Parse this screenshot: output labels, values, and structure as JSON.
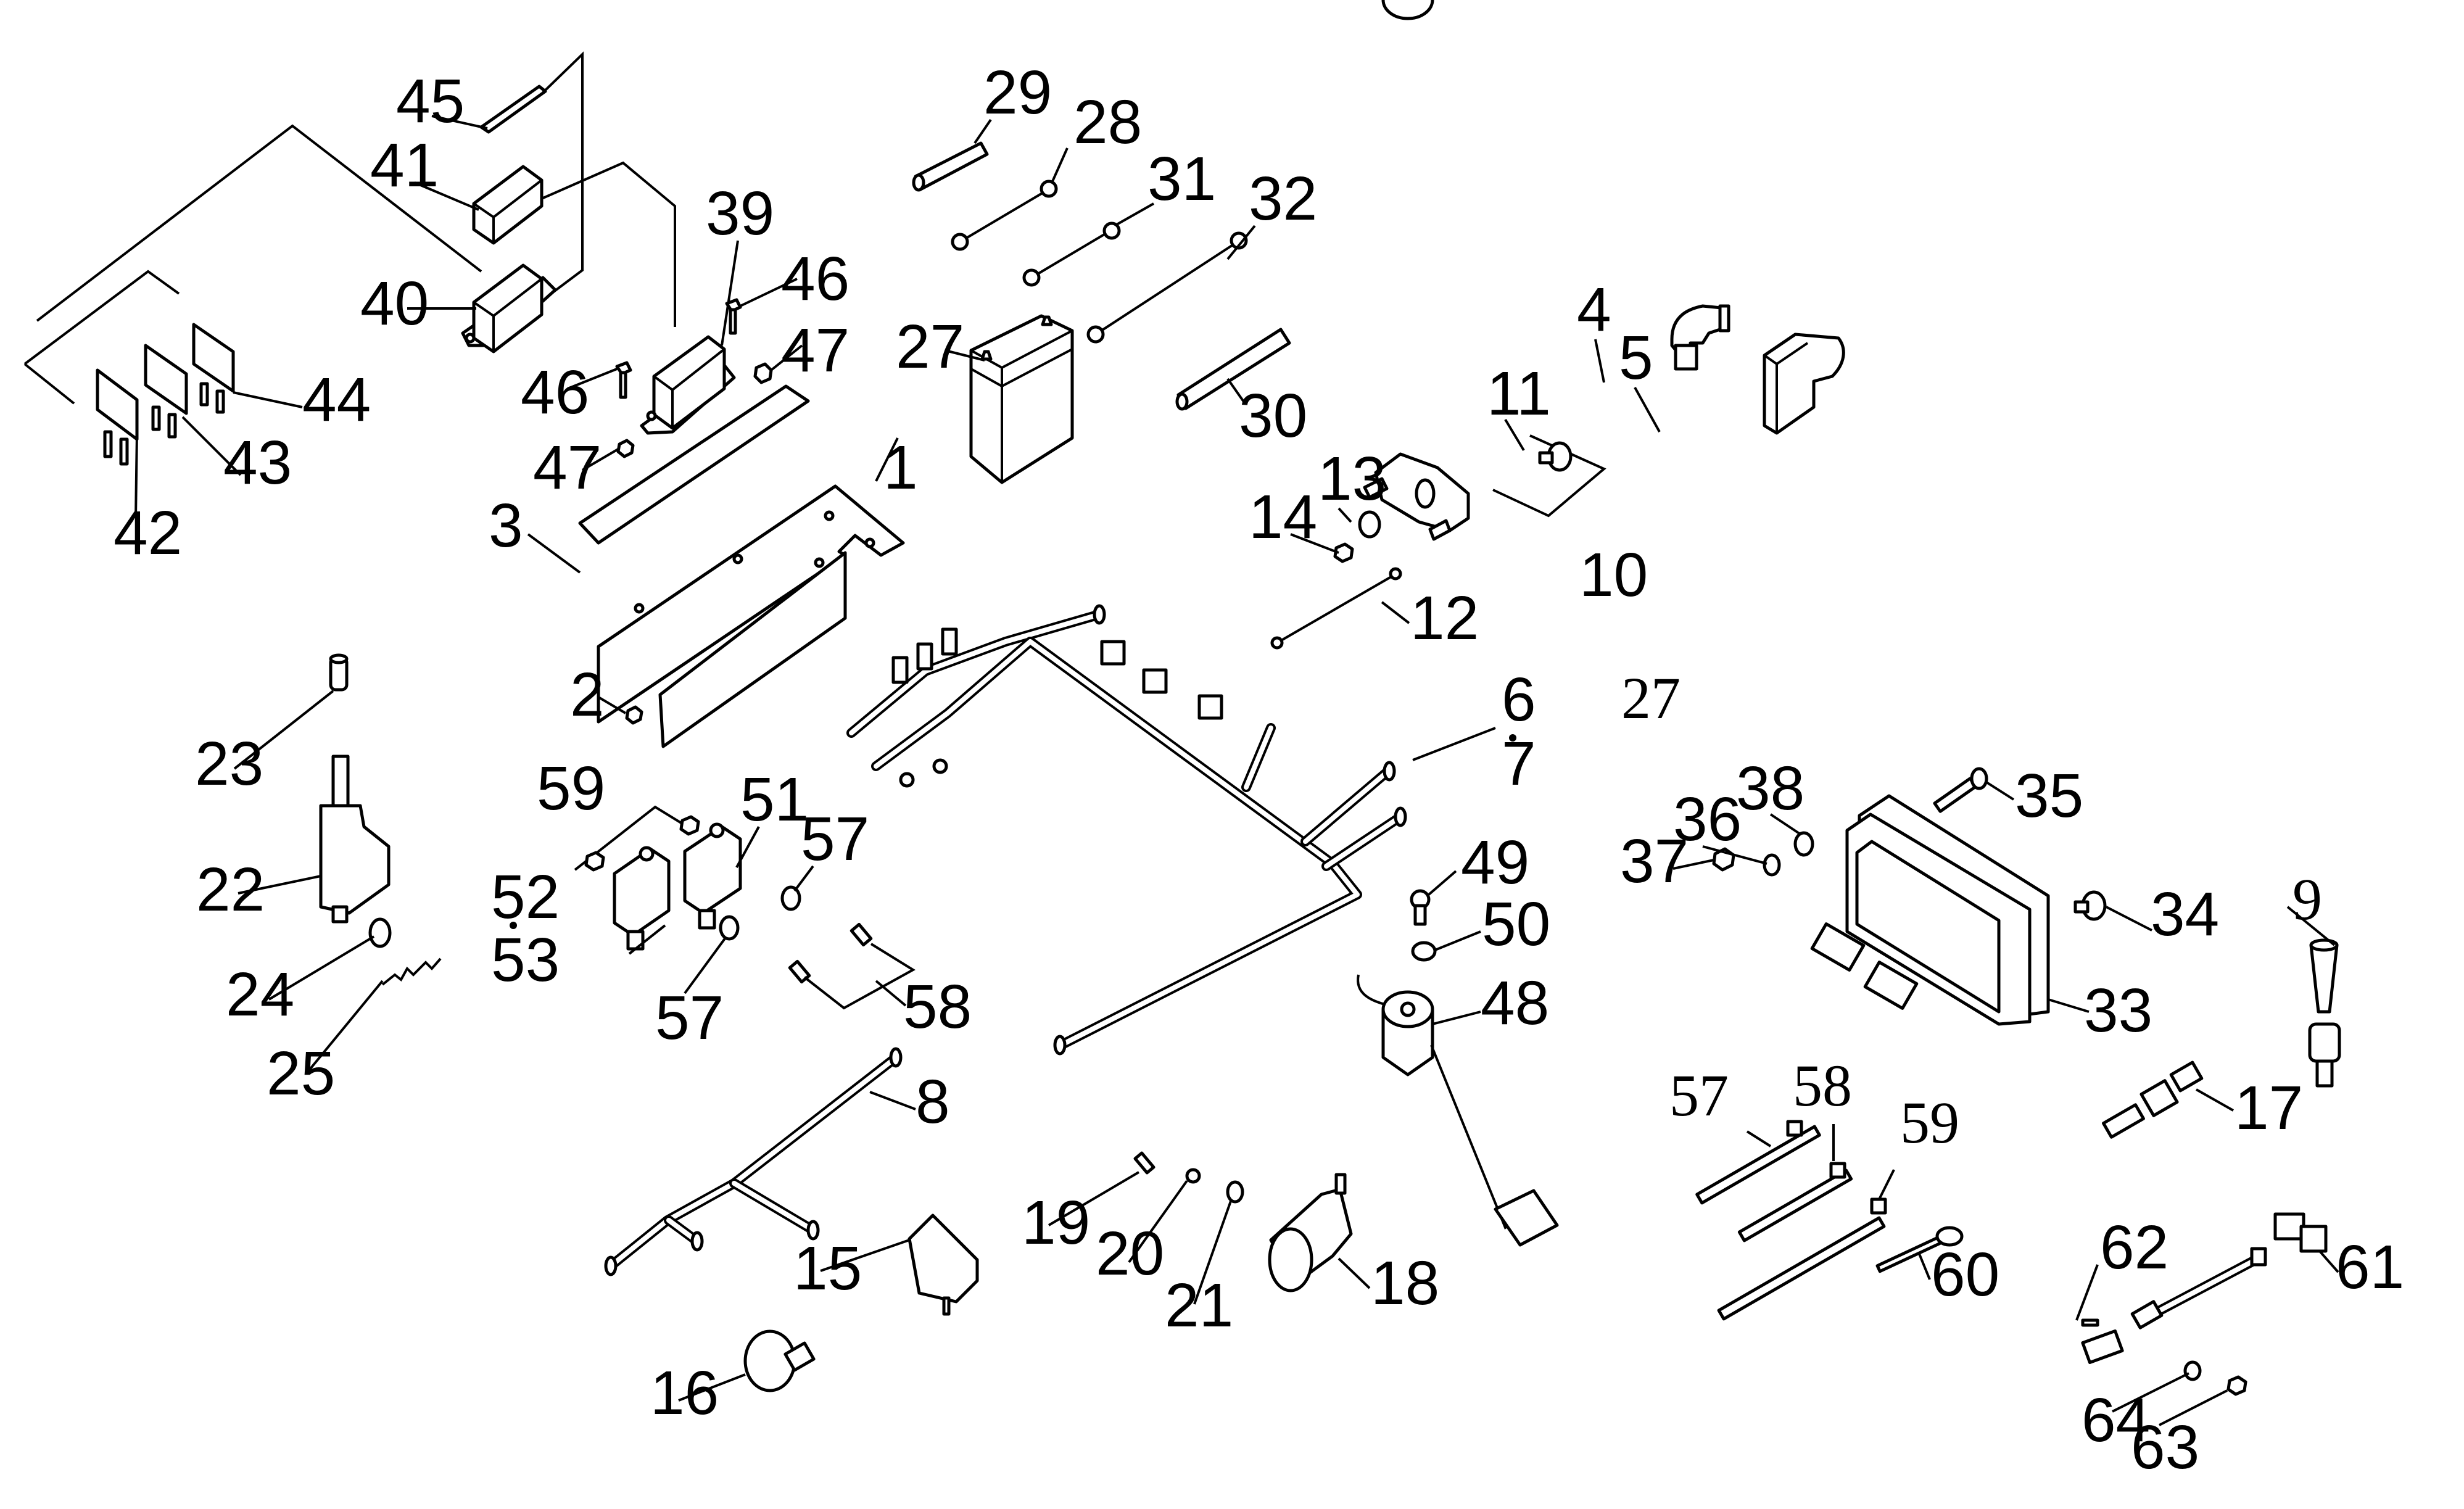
{
  "diagram": {
    "title": "Electrical system exploded parts view",
    "background": "#ffffff",
    "ink": "#000000",
    "callouts": [
      {
        "id": "c1",
        "label": "1"
      },
      {
        "id": "c2",
        "label": "2"
      },
      {
        "id": "c3",
        "label": "3"
      },
      {
        "id": "c4",
        "label": "4"
      },
      {
        "id": "c5",
        "label": "5"
      },
      {
        "id": "c6",
        "label": "6"
      },
      {
        "id": "c7",
        "label": "7"
      },
      {
        "id": "c8",
        "label": "8"
      },
      {
        "id": "c9",
        "label": "9"
      },
      {
        "id": "c10",
        "label": "10"
      },
      {
        "id": "c11",
        "label": "11"
      },
      {
        "id": "c12",
        "label": "12"
      },
      {
        "id": "c13",
        "label": "13"
      },
      {
        "id": "c14",
        "label": "14"
      },
      {
        "id": "c15",
        "label": "15"
      },
      {
        "id": "c16",
        "label": "16"
      },
      {
        "id": "c17",
        "label": "17"
      },
      {
        "id": "c18",
        "label": "18"
      },
      {
        "id": "c19",
        "label": "19"
      },
      {
        "id": "c20",
        "label": "20"
      },
      {
        "id": "c21",
        "label": "21"
      },
      {
        "id": "c22",
        "label": "22"
      },
      {
        "id": "c23",
        "label": "23"
      },
      {
        "id": "c24",
        "label": "24"
      },
      {
        "id": "c25",
        "label": "25"
      },
      {
        "id": "c27a",
        "label": "27"
      },
      {
        "id": "c27b",
        "label": "27"
      },
      {
        "id": "c28",
        "label": "28"
      },
      {
        "id": "c29",
        "label": "29"
      },
      {
        "id": "c30",
        "label": "30"
      },
      {
        "id": "c31",
        "label": "31"
      },
      {
        "id": "c32",
        "label": "32"
      },
      {
        "id": "c33",
        "label": "33"
      },
      {
        "id": "c34",
        "label": "34"
      },
      {
        "id": "c35",
        "label": "35"
      },
      {
        "id": "c36",
        "label": "36"
      },
      {
        "id": "c37",
        "label": "37"
      },
      {
        "id": "c38",
        "label": "38"
      },
      {
        "id": "c39",
        "label": "39"
      },
      {
        "id": "c40",
        "label": "40"
      },
      {
        "id": "c41",
        "label": "41"
      },
      {
        "id": "c42",
        "label": "42"
      },
      {
        "id": "c43",
        "label": "43"
      },
      {
        "id": "c44",
        "label": "44"
      },
      {
        "id": "c45",
        "label": "45"
      },
      {
        "id": "c46a",
        "label": "46"
      },
      {
        "id": "c46b",
        "label": "46"
      },
      {
        "id": "c47a",
        "label": "47"
      },
      {
        "id": "c47b",
        "label": "47"
      },
      {
        "id": "c48",
        "label": "48"
      },
      {
        "id": "c49",
        "label": "49"
      },
      {
        "id": "c50",
        "label": "50"
      },
      {
        "id": "c51",
        "label": "51"
      },
      {
        "id": "c52",
        "label": "52"
      },
      {
        "id": "c53",
        "label": "53"
      },
      {
        "id": "c57a",
        "label": "57"
      },
      {
        "id": "c57b",
        "label": "57"
      },
      {
        "id": "c57c",
        "label": "57"
      },
      {
        "id": "c58a",
        "label": "58"
      },
      {
        "id": "c58b",
        "label": "58"
      },
      {
        "id": "c59a",
        "label": "59"
      },
      {
        "id": "c59b",
        "label": "59"
      },
      {
        "id": "c60",
        "label": "60"
      },
      {
        "id": "c61",
        "label": "61"
      },
      {
        "id": "c62",
        "label": "62"
      },
      {
        "id": "c63",
        "label": "63"
      },
      {
        "id": "c64",
        "label": "64"
      }
    ]
  }
}
